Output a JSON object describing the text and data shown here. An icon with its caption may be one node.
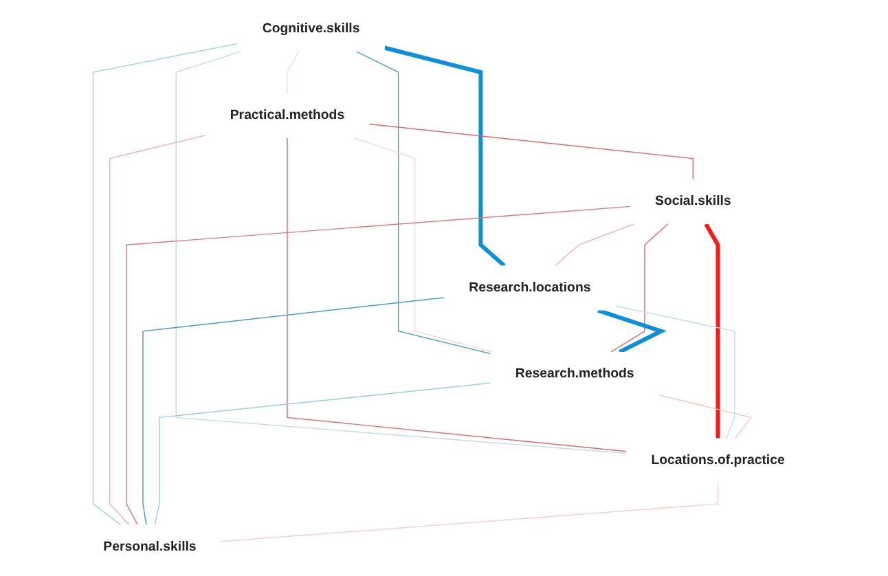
{
  "diagram": {
    "nodes": [
      {
        "text": [
          "Cognitive.skills"
        ]
      },
      {
        "text": [
          "Practical.methods"
        ]
      },
      {
        "text": [
          "Social.skills"
        ]
      },
      {
        "text": [
          "Research.locations"
        ]
      },
      {
        "text": [
          "Research.methods"
        ]
      },
      {
        "text": [
          "Locations.of.practice"
        ]
      },
      {
        "text": [
          "Personal.skills"
        ]
      }
    ],
    "edges": [
      {
        "from": 0,
        "to": 1,
        "arrow": "none",
        "color": "#dde8ee"
      },
      {
        "from": 0,
        "to": 4,
        "arrow": "none",
        "color": "#4aa3d0"
      },
      {
        "from": 0,
        "to": 3,
        "arrow": "none",
        "style": "thick",
        "color": "#0f8fd6"
      },
      {
        "from": 0,
        "to": 6,
        "arrow": "none",
        "color": "#a9cfe2"
      },
      {
        "from": 0,
        "to": 5,
        "arrow": "none",
        "color": "#c4dde9"
      },
      {
        "from": 1,
        "to": 2,
        "arrow": "none",
        "color": "#e06a6a"
      },
      {
        "from": 1,
        "to": 5,
        "arrow": "none",
        "color": "#e06a6a"
      },
      {
        "from": 1,
        "to": 6,
        "arrow": "none",
        "color": "#f0b0b0"
      },
      {
        "from": 1,
        "to": 4,
        "arrow": "none",
        "color": "#f7d8d8"
      },
      {
        "from": 2,
        "to": 3,
        "arrow": "none",
        "color": "#f2b8b8"
      },
      {
        "from": 2,
        "to": 4,
        "arrow": "none",
        "color": "#e06a6a"
      },
      {
        "from": 2,
        "to": 5,
        "arrow": "none",
        "style": "thick",
        "color": "#ff1a1a"
      },
      {
        "from": 2,
        "to": 6,
        "arrow": "none",
        "color": "#e07a7a"
      },
      {
        "from": 3,
        "to": 4,
        "arrow": "none",
        "style": "thick",
        "color": "#0f8fd6"
      },
      {
        "from": 3,
        "to": 6,
        "arrow": "none",
        "color": "#4a9cc8"
      },
      {
        "from": 3,
        "to": 5,
        "arrow": "none",
        "color": "#c4dde9"
      },
      {
        "from": 4,
        "to": 6,
        "arrow": "none",
        "color": "#9fcbe0"
      },
      {
        "from": 4,
        "to": 5,
        "arrow": "none",
        "color": "#f2c4c4"
      },
      {
        "from": 5,
        "to": 6,
        "arrow": "none",
        "color": "#f5d0d0"
      }
    ]
  }
}
